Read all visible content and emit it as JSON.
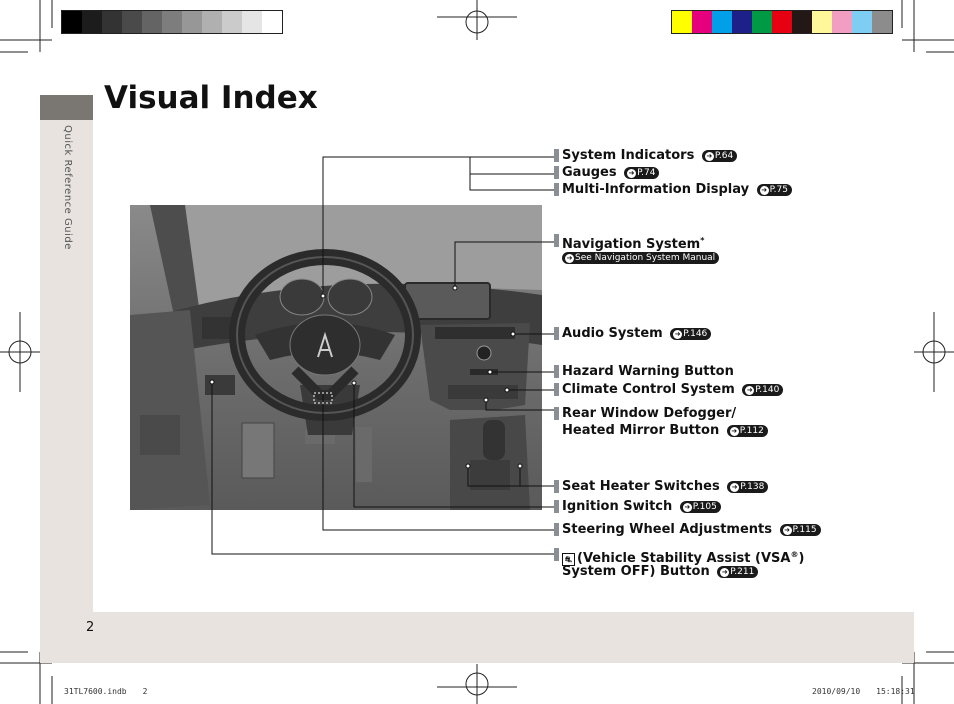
{
  "header": {
    "title": "Visual Index",
    "side_label": "Quick Reference Guide",
    "page_number": "2"
  },
  "color_bars": {
    "grays": [
      "#000000",
      "#1c1c1c",
      "#333333",
      "#4a4a4a",
      "#646464",
      "#7d7d7d",
      "#979797",
      "#b0b0b0",
      "#cbcbcb",
      "#e5e5e5",
      "#ffffff"
    ],
    "colors": [
      "#ffff00",
      "#e6007e",
      "#00a0e9",
      "#1d2088",
      "#009944",
      "#e60012",
      "#231815",
      "#fff799",
      "#f19ec2",
      "#7ecef4",
      "#8c8c8c"
    ]
  },
  "callouts": [
    {
      "label": "System Indicators",
      "ref": "P.64"
    },
    {
      "label": "Gauges",
      "ref": "P.74"
    },
    {
      "label": "Multi-Information Display",
      "ref": "P.75"
    },
    {
      "label": "Navigation System",
      "superscript": "*",
      "ref": "See Navigation System Manual"
    },
    {
      "label": "Audio System",
      "ref": "P.146"
    },
    {
      "label": "Hazard Warning Button"
    },
    {
      "label": "Climate Control System",
      "ref": "P.140"
    },
    {
      "label": "Rear Window Defogger/",
      "label2": "Heated Mirror Button",
      "ref": "P.112"
    },
    {
      "label": "Seat Heater Switches",
      "ref": "P.138"
    },
    {
      "label": "Ignition Switch",
      "ref": "P.105"
    },
    {
      "label": "Steering Wheel Adjustments",
      "ref": "P.115"
    },
    {
      "label": "(Vehicle Stability Assist (VSA",
      "reg": "®",
      "label_end": ")",
      "label2": "System OFF) Button",
      "ref": "P.211"
    }
  ],
  "footer": {
    "file": "31TL7600.indb　　2",
    "datetime": "2010/09/10　　15:18:31"
  }
}
